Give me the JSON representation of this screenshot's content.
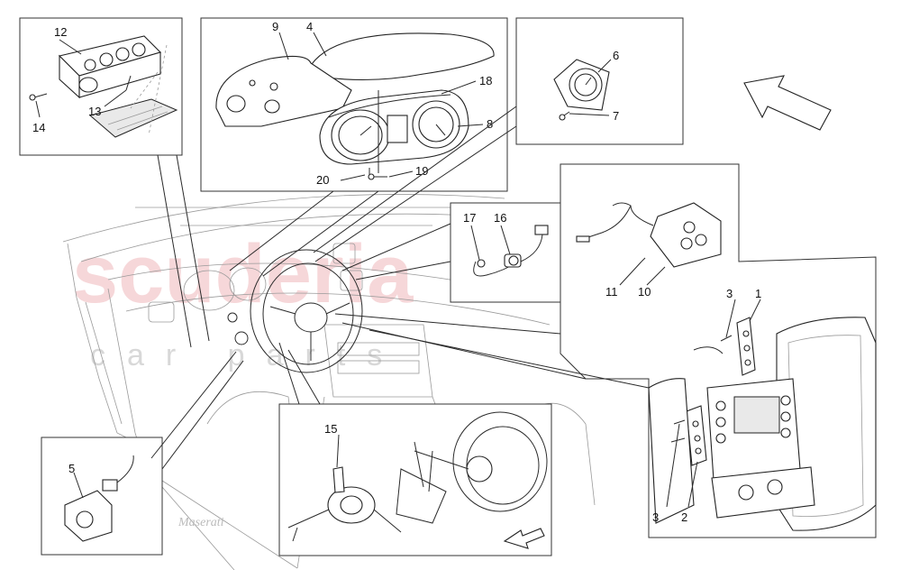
{
  "watermark": {
    "brand": "scuderia",
    "sub": "car parts"
  },
  "labels": {
    "l1": "1",
    "l2": "2",
    "l3a": "3",
    "l3b": "3",
    "l4": "4",
    "l5": "5",
    "l6": "6",
    "l7": "7",
    "l8": "8",
    "l9": "9",
    "l10": "10",
    "l11": "11",
    "l12": "12",
    "l13": "13",
    "l14": "14",
    "l15": "15",
    "l16": "16",
    "l17": "17",
    "l18": "18",
    "l19": "19",
    "l20": "20"
  },
  "icons": {
    "direction_arrow": "arrow-icon",
    "orientation_arrow": "arrow-icon"
  },
  "colors": {
    "line": "#222222",
    "watermark": "#f3c9cc"
  }
}
